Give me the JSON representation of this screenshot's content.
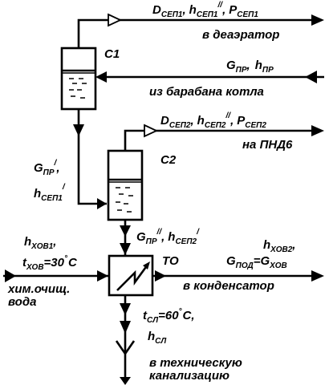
{
  "separator_1": {
    "name": "С1",
    "steam_out": {
      "D": "D",
      "D_sub": "СЕП1",
      "h": "h",
      "h_sub": "СЕП1",
      "h_sup": "//",
      "P": "P",
      "P_sub": "СЕП1"
    },
    "steam_dest": "в деаэратор",
    "inflow": {
      "G": "G",
      "G_sub": "ПР",
      "h": "h",
      "h_sub": "ПР"
    },
    "inflow_source": "из барабана котла"
  },
  "separator_2": {
    "name": "С2",
    "steam_out": {
      "D": "D",
      "D_sub": "СЕП2",
      "h": "h",
      "h_sub": "СЕП2",
      "h_sup": "//",
      "P": "P",
      "P_sub": "СЕП2"
    },
    "steam_dest": "на ПНД6",
    "inflow": {
      "G": "G",
      "G_sub": "ПР",
      "G_sup": "/",
      "h": "h",
      "h_sub": "СЕП1",
      "h_sup": "/"
    },
    "outflow": {
      "G": "G",
      "G_sub": "ПР",
      "G_sup": "//",
      "h": "h",
      "h_sub": "СЕП2",
      "h_sup": "/"
    }
  },
  "heat_exchanger": {
    "name": "ТО",
    "cold_in": {
      "h": "h",
      "h_sub": "ХОВ1",
      "t": "t",
      "t_sub": "ХОВ",
      "t_val": "=30",
      "deg": "°",
      "unit": "C"
    },
    "cold_in_label": [
      "хим.очищ.",
      "вода"
    ],
    "cold_out": {
      "h": "h",
      "h_sub": "ХОВ2",
      "G": "G",
      "G_sub": "ПОД",
      "eq": "=G",
      "eq_sub": "ХОВ"
    },
    "cold_out_dest": "в конденсатор",
    "drain": {
      "t": "t",
      "t_sub": "СЛ",
      "t_val": "=60",
      "deg": "°",
      "unit": "C,",
      "h": "h",
      "h_sub": "СЛ"
    },
    "drain_dest": [
      "в техническую",
      "канализацию"
    ]
  },
  "comma": ","
}
